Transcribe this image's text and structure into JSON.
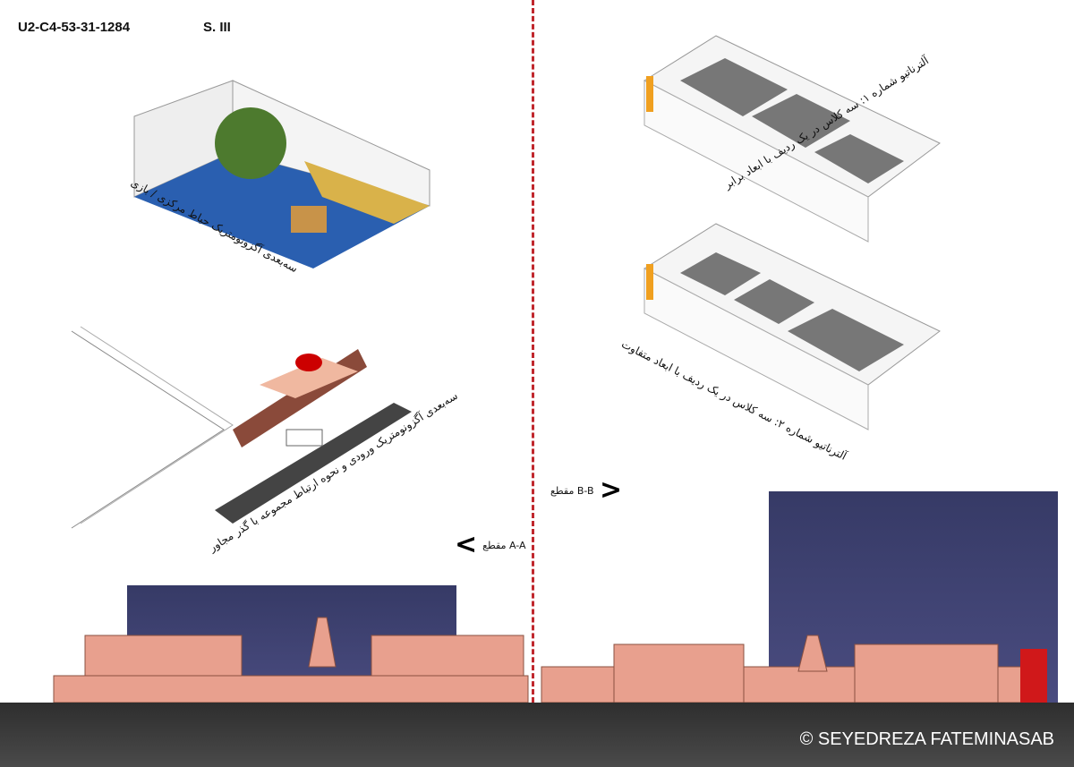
{
  "header": {
    "code": "U2-C4-53-31-1284",
    "sheet": "S. III"
  },
  "captions": {
    "courtyard": "سه‌بعدی آگزونومتریک حیاط مرکزی / بازی",
    "entrance": "سه‌بعدی آگزونومتریک ورودی و نحوه ارتباط مجموعه با گذر مجاور",
    "alt1": "آلترناتیو شماره ۱: سه کلاس در یک ردیف با ابعاد برابر",
    "alt2": "آلترناتیو شماره ۲: سه کلاس در یک ردیف با ابعاد متفاوت"
  },
  "sections": {
    "aa": "مقطع A-A",
    "bb": "مقطع B-B",
    "chevron": "<"
  },
  "footer": {
    "copyright": "© SEYEDREZA FATEMINASAB"
  },
  "colors": {
    "divider": "#c0272d",
    "sky": "#3a3d6e",
    "building": "#e8a08e",
    "ground": "#333333"
  }
}
